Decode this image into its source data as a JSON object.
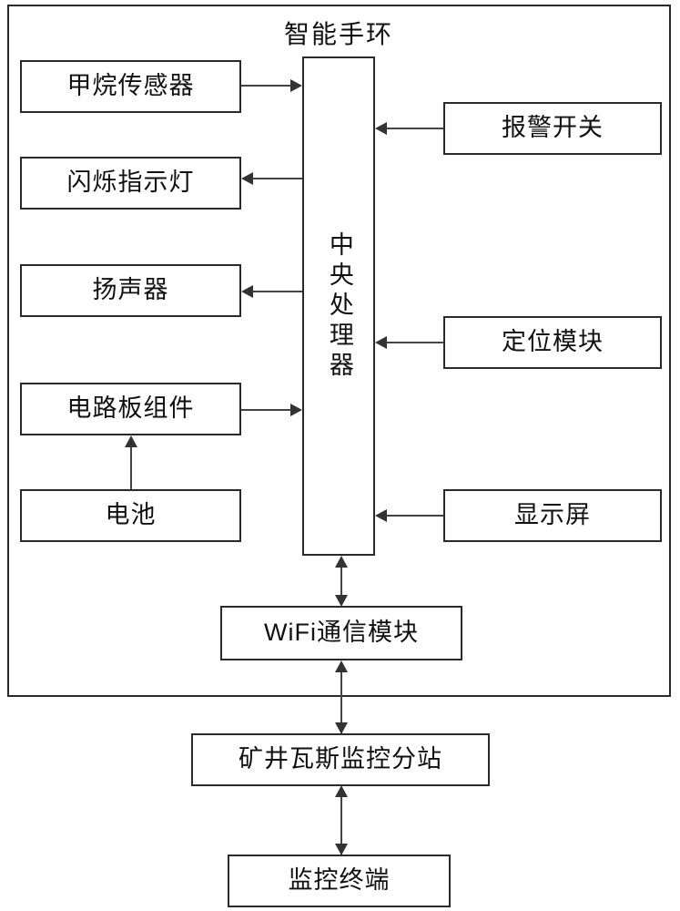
{
  "diagram": {
    "title": "智能手环",
    "container_label": "智能手环",
    "nodes": {
      "methane_sensor": "甲烷传感器",
      "blink_indicator": "闪烁指示灯",
      "speaker": "扬声器",
      "circuit_board": "电路板组件",
      "battery": "电池",
      "cpu": "中央处理器",
      "alarm_switch": "报警开关",
      "positioning_module": "定位模块",
      "display_screen": "显示屏",
      "wifi_module": "WiFi通信模块",
      "gas_monitoring_substation": "矿井瓦斯监控分站",
      "monitoring_terminal": "监控终端"
    },
    "connections": [
      {
        "from": "甲烷传感器",
        "to": "中央处理器",
        "direction": "right"
      },
      {
        "from": "中央处理器",
        "to": "闪烁指示灯",
        "direction": "left"
      },
      {
        "from": "中央处理器",
        "to": "扬声器",
        "direction": "left"
      },
      {
        "from": "电路板组件",
        "to": "中央处理器",
        "direction": "right"
      },
      {
        "from": "电池",
        "to": "电路板组件",
        "direction": "up"
      },
      {
        "from": "报警开关",
        "to": "中央处理器",
        "direction": "left"
      },
      {
        "from": "定位模块",
        "to": "中央处理器",
        "direction": "left"
      },
      {
        "from": "显示屏",
        "to": "中央处理器",
        "direction": "left"
      },
      {
        "from": "中央处理器",
        "to": "WiFi通信模块",
        "direction": "bidirectional"
      },
      {
        "from": "WiFi通信模块",
        "to": "矿井瓦斯监控分站",
        "direction": "bidirectional"
      },
      {
        "from": "矿井瓦斯监控分站",
        "to": "监控终端",
        "direction": "bidirectional"
      }
    ],
    "colors": {
      "line": "#444444",
      "border": "#2a2a2a",
      "text": "#111111",
      "background": "#ffffff"
    }
  }
}
